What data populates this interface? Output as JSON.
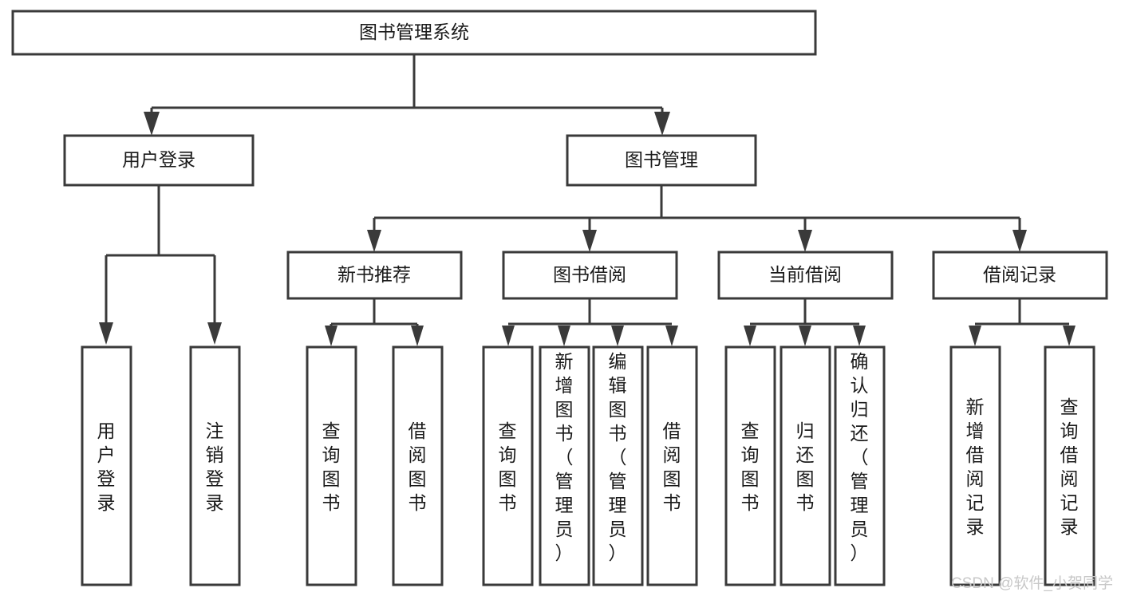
{
  "diagram": {
    "title": "图书管理系统",
    "type": "hierarchy-tree",
    "watermark": "CSDN @软件_小贺同学",
    "colors": {
      "box_stroke": "#3a3a3a",
      "box_fill": "#ffffff",
      "text": "#1a1a1a",
      "background": "#ffffff",
      "watermark": "#c8c8c8"
    },
    "root": {
      "label": "图书管理系统",
      "orientation": "horizontal"
    },
    "level2": [
      {
        "label": "用户登录",
        "orientation": "horizontal"
      },
      {
        "label": "图书管理",
        "orientation": "horizontal"
      }
    ],
    "level3": [
      {
        "label": "新书推荐",
        "orientation": "horizontal",
        "parent": "图书管理"
      },
      {
        "label": "图书借阅",
        "orientation": "horizontal",
        "parent": "图书管理"
      },
      {
        "label": "当前借阅",
        "orientation": "horizontal",
        "parent": "图书管理"
      },
      {
        "label": "借阅记录",
        "orientation": "horizontal",
        "parent": "图书管理"
      }
    ],
    "leaves": {
      "用户登录": [
        {
          "label": "用户登录",
          "orientation": "vertical",
          "align": "middle"
        },
        {
          "label": "注销登录",
          "orientation": "vertical",
          "align": "middle"
        }
      ],
      "新书推荐": [
        {
          "label": "查询图书",
          "orientation": "vertical",
          "align": "middle"
        },
        {
          "label": "借阅图书",
          "orientation": "vertical",
          "align": "middle"
        }
      ],
      "图书借阅": [
        {
          "label": "查询图书",
          "orientation": "vertical",
          "align": "middle"
        },
        {
          "label": "新增图书（管理员）",
          "orientation": "vertical",
          "align": "top"
        },
        {
          "label": "编辑图书（管理员）",
          "orientation": "vertical",
          "align": "top"
        },
        {
          "label": "借阅图书",
          "orientation": "vertical",
          "align": "middle"
        }
      ],
      "当前借阅": [
        {
          "label": "查询图书",
          "orientation": "vertical",
          "align": "middle"
        },
        {
          "label": "归还图书",
          "orientation": "vertical",
          "align": "middle"
        },
        {
          "label": "确认归还（管理员）",
          "orientation": "vertical",
          "align": "top"
        }
      ],
      "借阅记录": [
        {
          "label": "新增借阅记录",
          "orientation": "vertical",
          "align": "middle"
        },
        {
          "label": "查询借阅记录",
          "orientation": "vertical",
          "align": "middle"
        }
      ]
    }
  }
}
